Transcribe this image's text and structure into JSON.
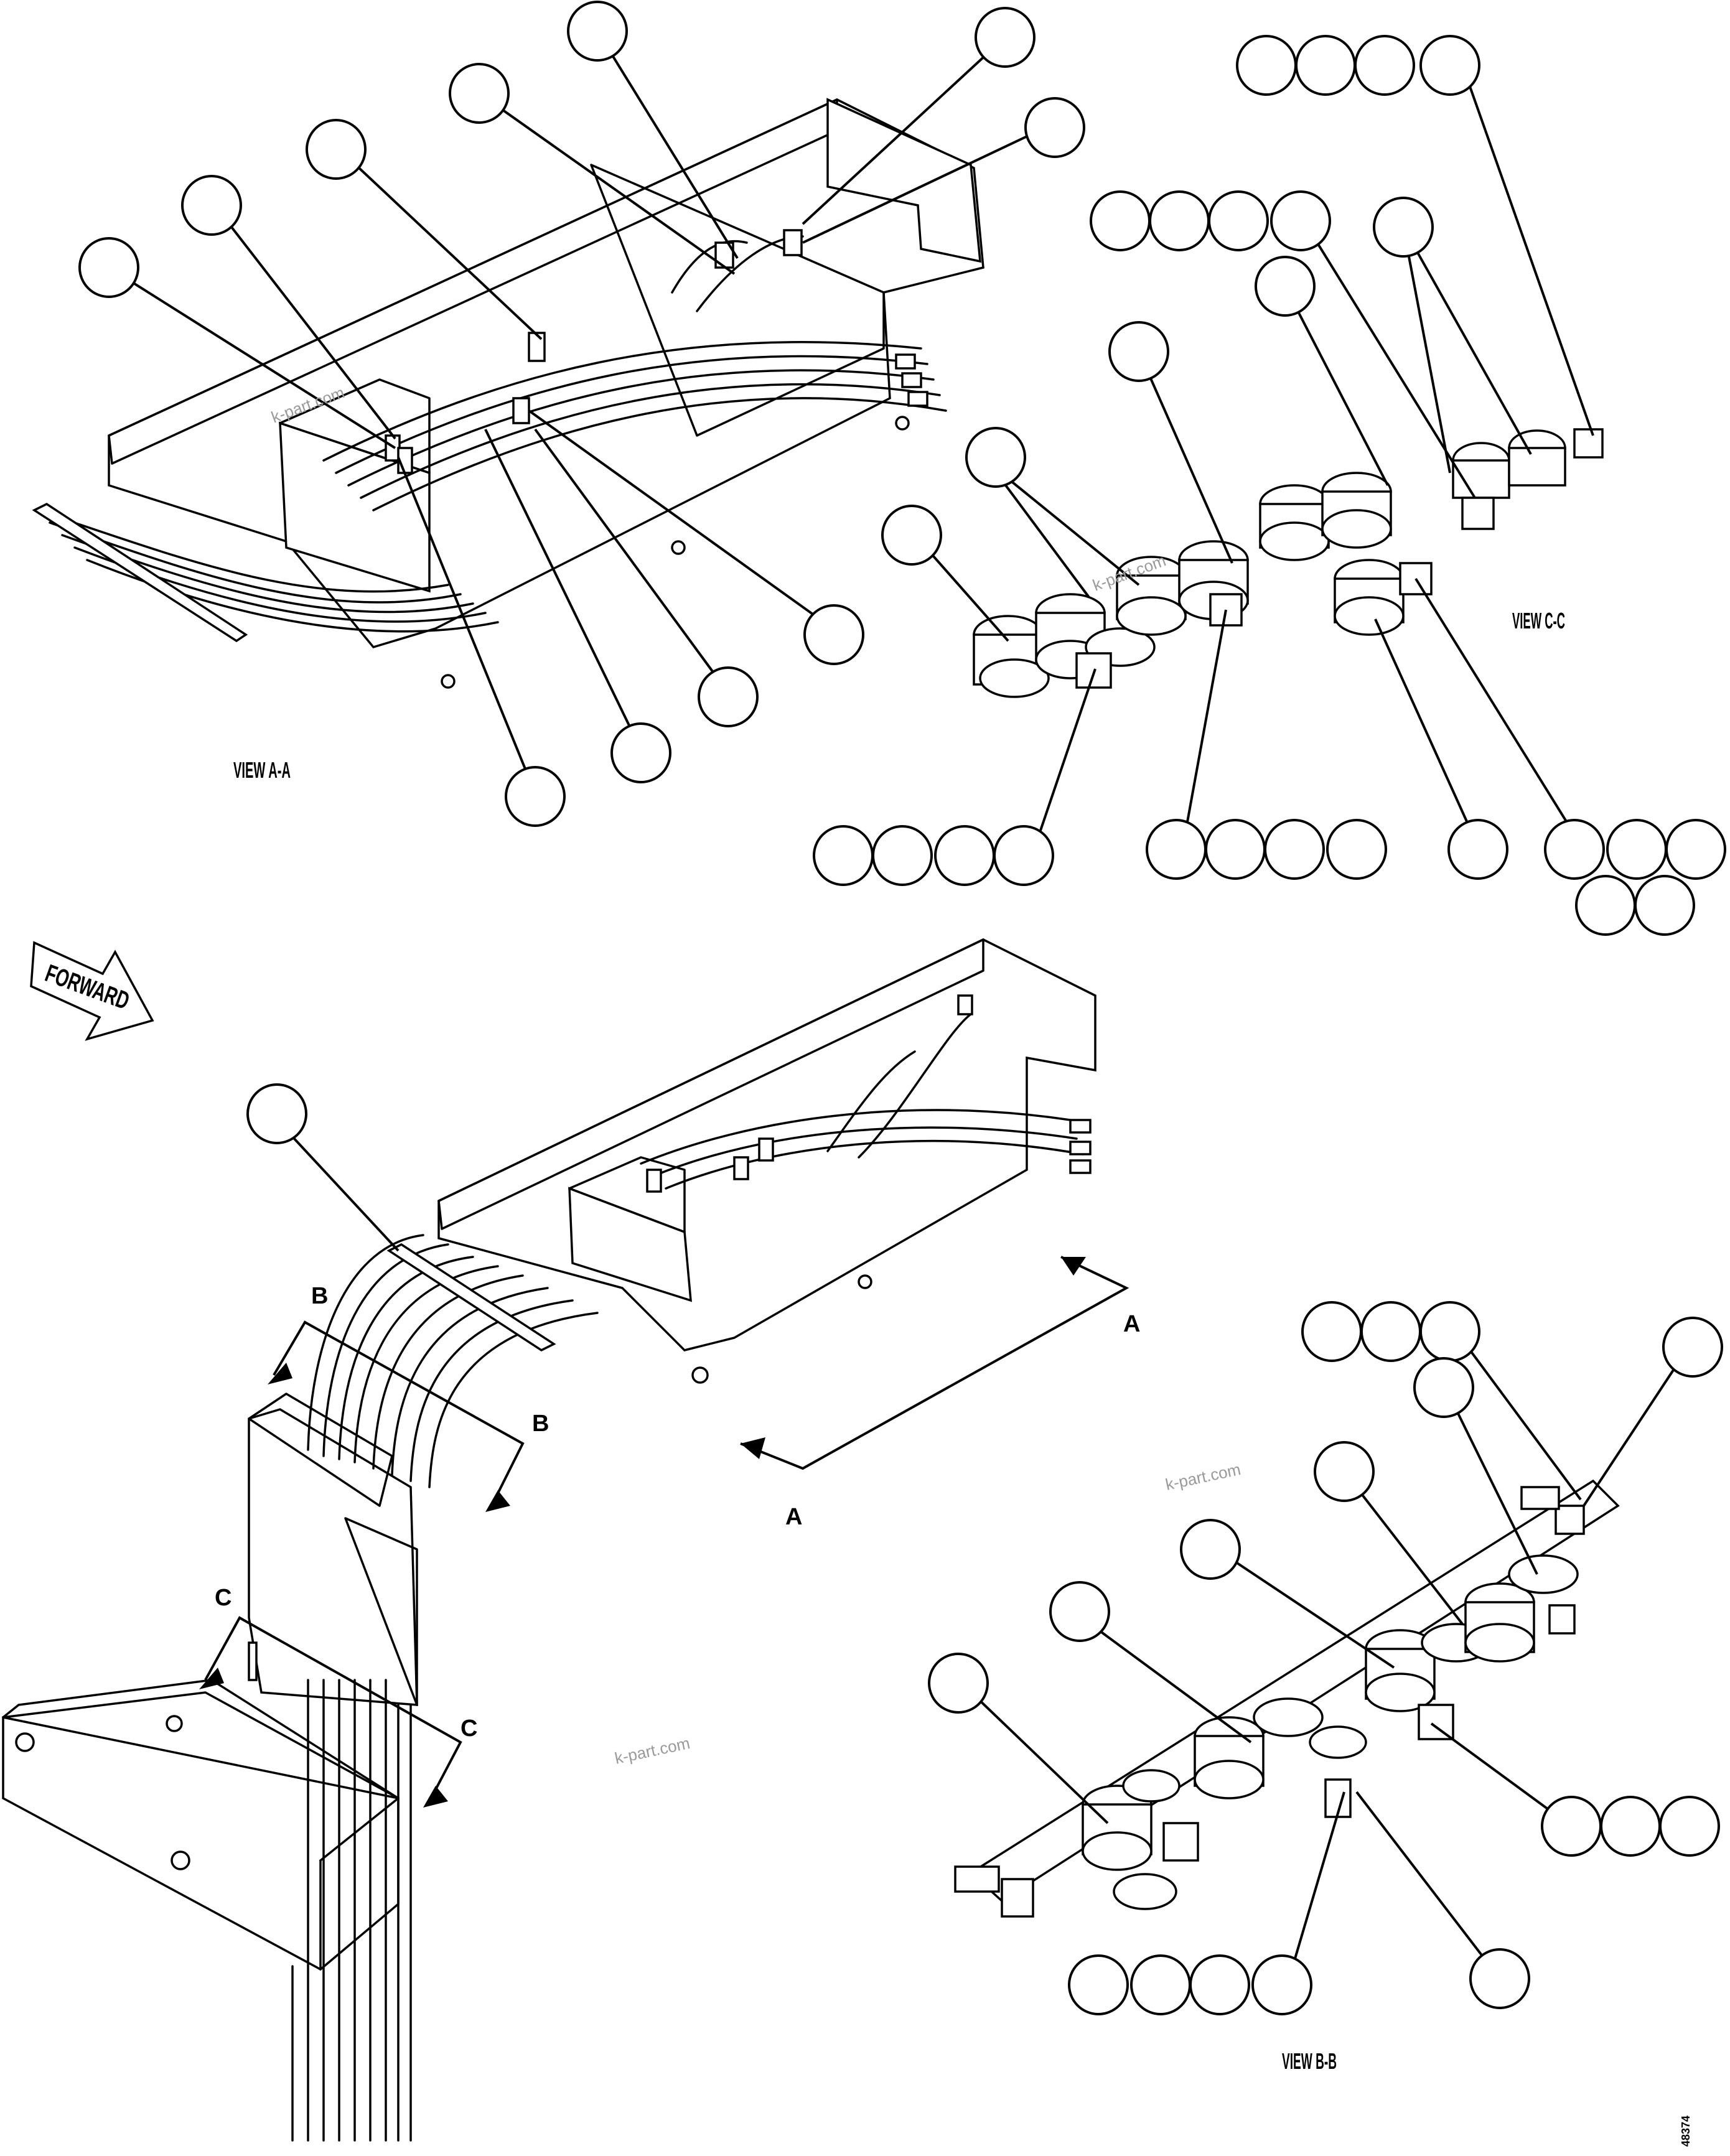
{
  "view_labels": {
    "view_a": "VIEW A-A",
    "view_c": "VIEW C-C",
    "view_b": "VIEW B-B"
  },
  "direction_arrow": "FORWARD",
  "section_markers": {
    "a": "A",
    "b": "B",
    "c": "C"
  },
  "watermark": "k-part.com",
  "drawing_number": "48374",
  "callout_balloons": "empty"
}
